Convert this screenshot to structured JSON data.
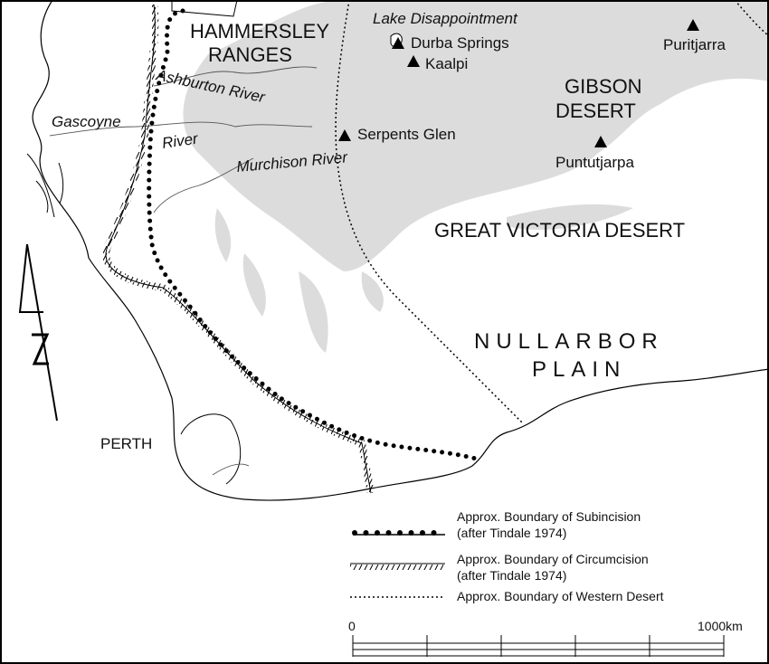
{
  "map": {
    "regions": [
      {
        "name": "HAMMERSLEY",
        "line2": "RANGES"
      },
      {
        "name": "GIBSON",
        "line2": "DESERT"
      },
      {
        "name": "GREAT VICTORIA DESERT"
      },
      {
        "name": "NULLARBOR",
        "line2": "PLAIN"
      }
    ],
    "rivers": [
      "Ashburton River",
      "Gascoyne",
      "River",
      "Murchison River"
    ],
    "lake": "Lake Disappointment",
    "sites": [
      "Durba Springs",
      "Kaalpi",
      "Serpents Glen",
      "Puritjarra",
      "Puntutjarpa"
    ],
    "city": "PERTH",
    "north_arrow": "N",
    "colors": {
      "desert_patches": "#dcdcdc",
      "lines": "#000000"
    }
  },
  "legend": {
    "items": [
      {
        "symbol": "thick-dotted-line",
        "line1": "Approx. Boundary of Subincision",
        "line2": "(after Tindale 1974)"
      },
      {
        "symbol": "hatched-line",
        "line1": "Approx. Boundary of Circumcision",
        "line2": "(after Tindale 1974)"
      },
      {
        "symbol": "fine-dotted-line",
        "line1": "Approx. Boundary of Western Desert"
      }
    ]
  },
  "scale": {
    "start": "0",
    "end": "1000km"
  }
}
